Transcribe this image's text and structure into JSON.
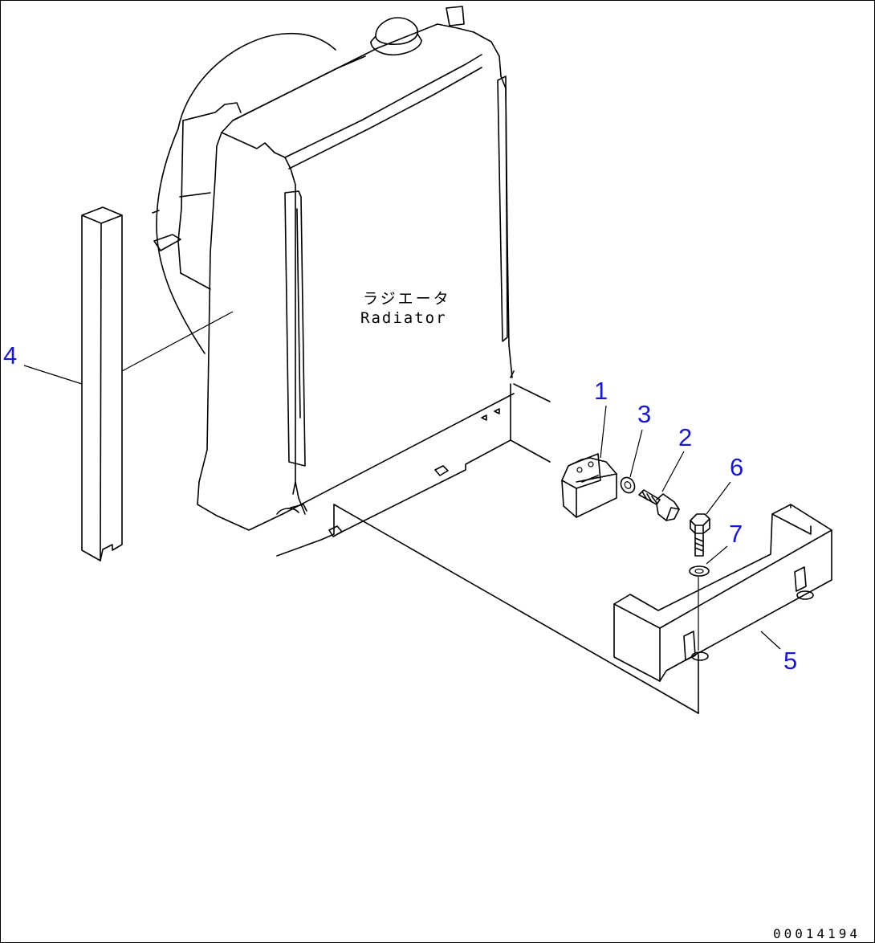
{
  "diagram": {
    "radiator_label_jp": "ラジエータ",
    "radiator_label_en": "Radiator",
    "drawing_number": "00014194",
    "callouts": [
      {
        "number": "1",
        "color": "#1a1acc"
      },
      {
        "number": "2",
        "color": "#1a1acc"
      },
      {
        "number": "3",
        "color": "#1a1acc"
      },
      {
        "number": "4",
        "color": "#1a1acc"
      },
      {
        "number": "5",
        "color": "#1a1acc"
      },
      {
        "number": "6",
        "color": "#1a1acc"
      },
      {
        "number": "7",
        "color": "#1a1acc"
      }
    ]
  }
}
